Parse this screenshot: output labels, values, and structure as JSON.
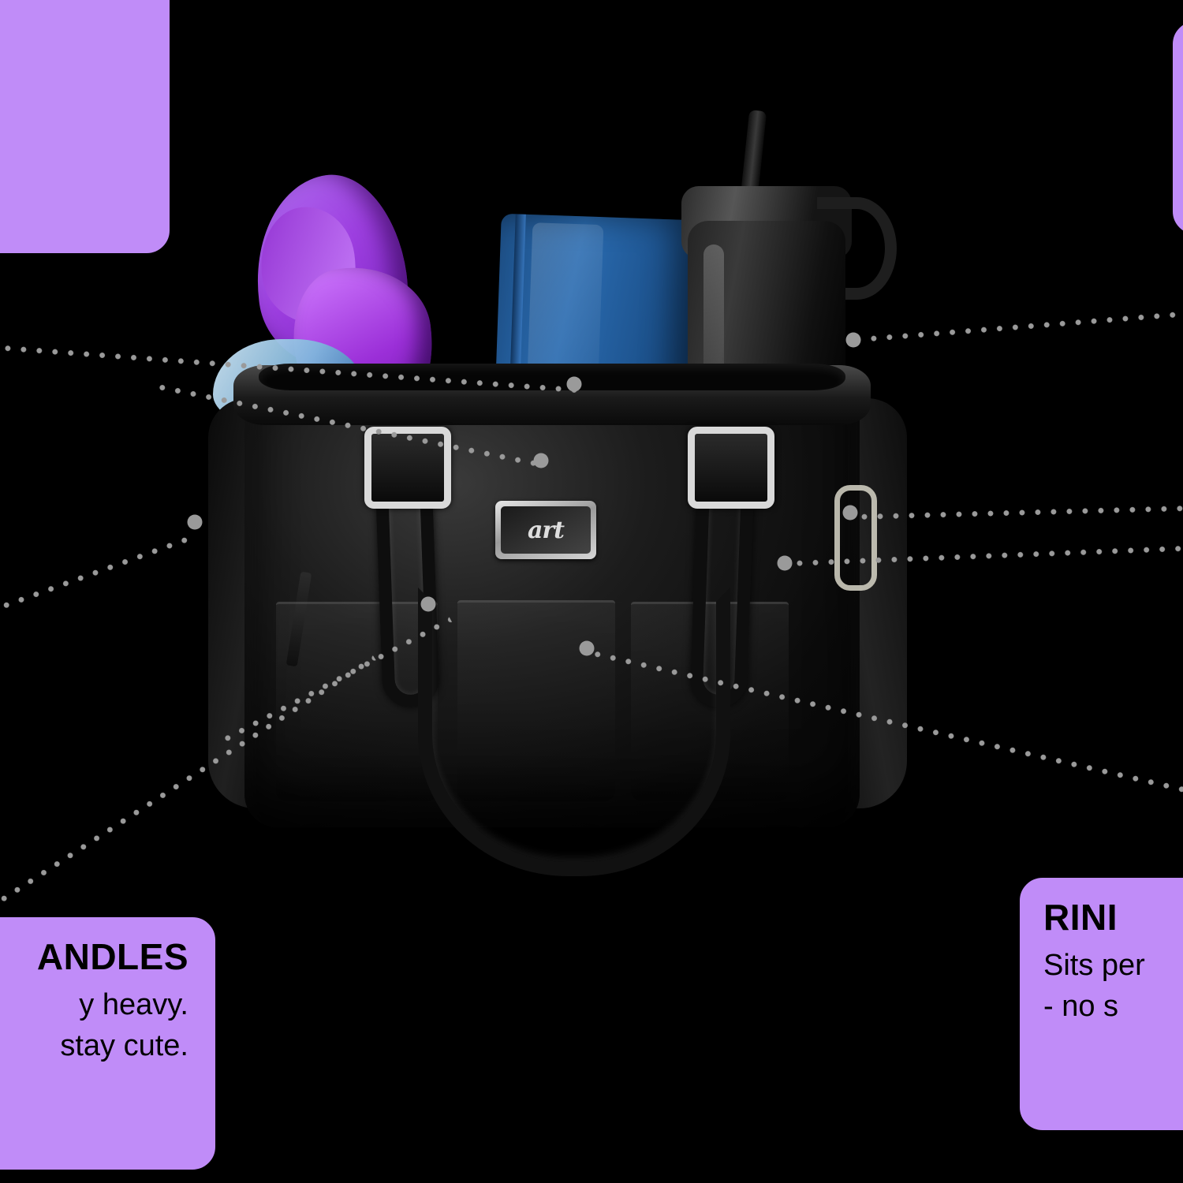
{
  "image": {
    "subject": "black leather tote bag filled with items",
    "background_color": "#000000"
  },
  "callouts": [
    {
      "id": "top-left",
      "title": "",
      "body": "",
      "bg_color": "#c08cf8",
      "border_color": "#000000",
      "note": "card cropped off-screen at left edge, text not visible"
    },
    {
      "id": "top-right",
      "title": "",
      "body": "",
      "bg_color": "#c08cf8",
      "border_color": "#000000",
      "note": "card cropped off-screen at right edge, text not visible"
    },
    {
      "id": "bottom-left",
      "title": "ANDLES",
      "body_line_1": "y heavy.",
      "body_line_2": "stay cute.",
      "bg_color": "#c08cf8",
      "border_color": "#000000"
    },
    {
      "id": "bottom-right",
      "title": "RINI",
      "body_line_1": "Sits per",
      "body_line_2": "- no s",
      "bg_color": "#c08cf8",
      "border_color": "#000000"
    }
  ],
  "connector_lines": {
    "color": "#9a9a9a",
    "style": "dotted",
    "endpoint_count": 8
  },
  "bag": {
    "logo_text": "art",
    "color": "#0b0b0b"
  },
  "contents": [
    {
      "name": "purple hair claw clip",
      "color": "#9d3fe0"
    },
    {
      "name": "blue notebook",
      "color": "#2a6bb0"
    },
    {
      "name": "black water bottle",
      "color": "#242424"
    },
    {
      "name": "holographic sticker",
      "color": "#7fd8ff"
    },
    {
      "name": "blue sneaker",
      "color": "#7fb6dc"
    }
  ]
}
